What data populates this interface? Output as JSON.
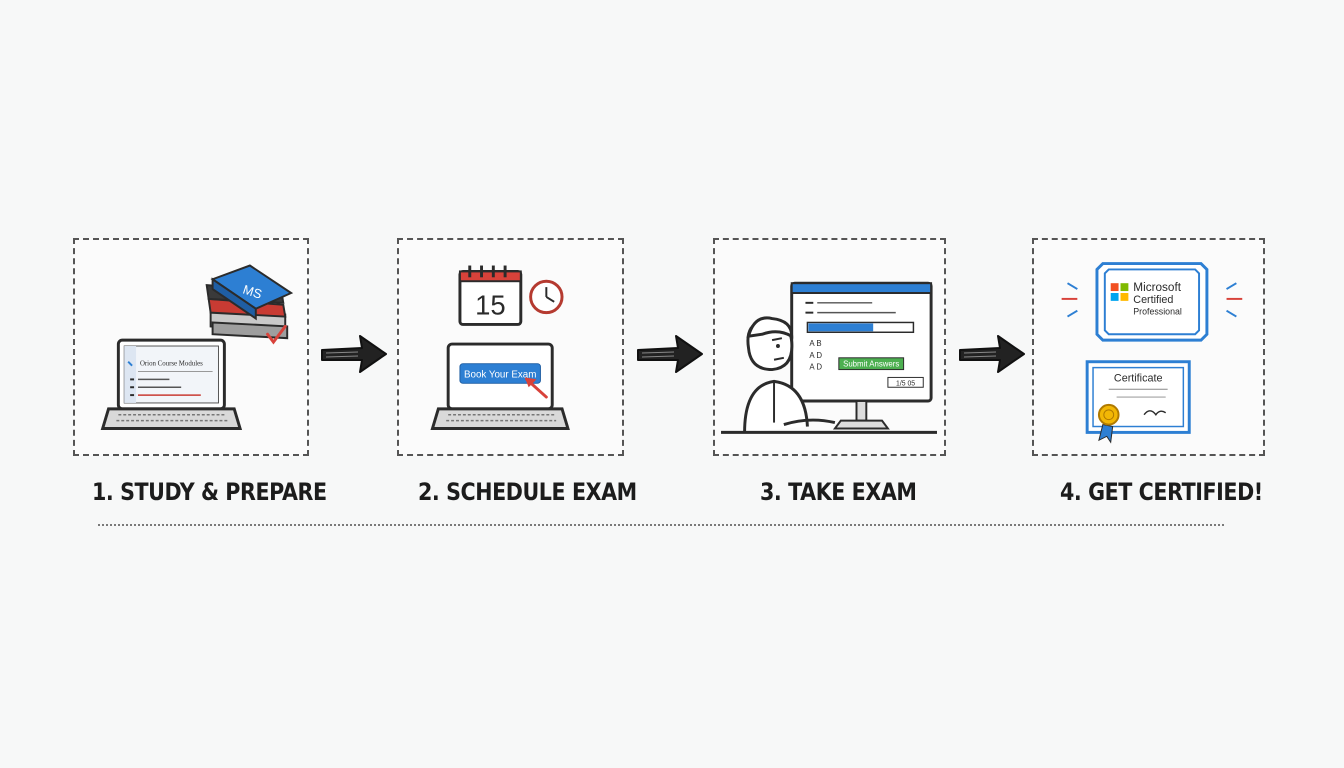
{
  "steps": [
    {
      "label": "1. STUDY & PREPARE",
      "book_label": "MS",
      "screen_text": "Orion Course Modules"
    },
    {
      "label": "2. SCHEDULE EXAM",
      "calendar_day": "15",
      "button_label": "Book Your Exam"
    },
    {
      "label": "3. TAKE EXAM",
      "submit_label": "Submit Answers",
      "timer_text": "1/5 05"
    },
    {
      "label": "4. GET CERTIFIED!",
      "badge_line1": "Microsoft",
      "badge_line2": "Certified",
      "badge_line3": "Professional",
      "certificate_title": "Certificate"
    }
  ],
  "colors": {
    "accent_blue": "#2d7fd3",
    "accent_red": "#d8423a",
    "accent_green": "#4caf50",
    "outline": "#2b2b2b"
  }
}
